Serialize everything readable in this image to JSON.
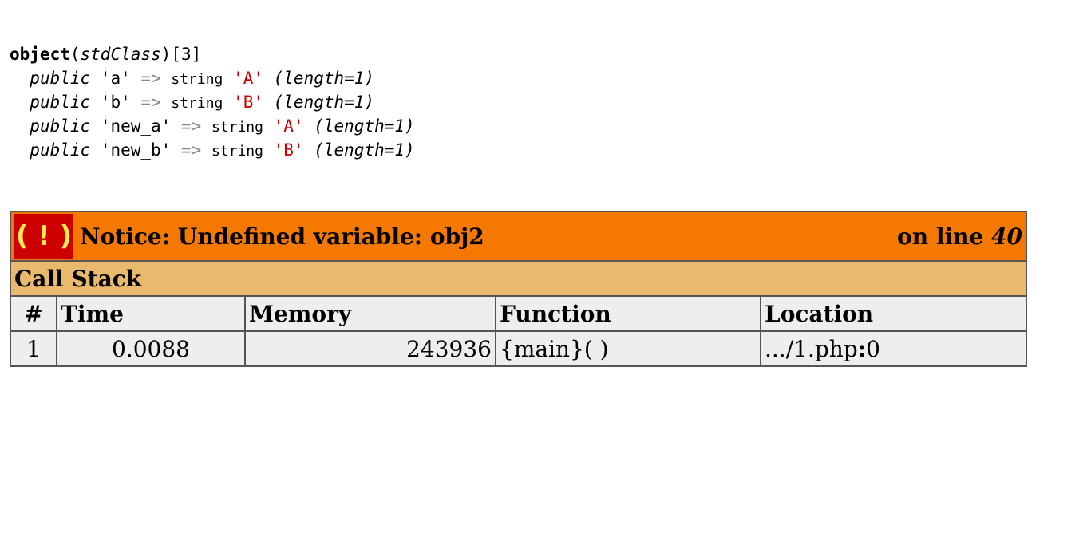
{
  "var_dump": {
    "header": {
      "keyword": "object",
      "open_paren": "(",
      "class_name": "stdClass",
      "close_paren": ")",
      "count": "[3]"
    },
    "properties": [
      {
        "visibility": "public",
        "name": "'a'",
        "arrow": "=>",
        "type": "string",
        "value": "'A'",
        "length": "(length=1)"
      },
      {
        "visibility": "public",
        "name": "'b'",
        "arrow": "=>",
        "type": "string",
        "value": "'B'",
        "length": "(length=1)"
      },
      {
        "visibility": "public",
        "name": "'new_a'",
        "arrow": "=>",
        "type": "string",
        "value": "'A'",
        "length": "(length=1)"
      },
      {
        "visibility": "public",
        "name": "'new_b'",
        "arrow": "=>",
        "type": "string",
        "value": "'B'",
        "length": "(length=1)"
      }
    ]
  },
  "notice": {
    "icon_text": "( ! )",
    "message": "Notice: Undefined variable: obj2",
    "on_line_label": "on line",
    "line_number": "40",
    "call_stack_title": "Call Stack",
    "columns": [
      "#",
      "Time",
      "Memory",
      "Function",
      "Location"
    ],
    "rows": [
      {
        "num": "1",
        "time": "0.0088",
        "memory": "243936",
        "function": "{main}( )",
        "location_file": ".../1.php",
        "location_sep": ":",
        "location_line": "0"
      }
    ]
  },
  "colors": {
    "notice_bg": "#f57900",
    "icon_bg": "#cc0000",
    "icon_fg": "#fce94f",
    "callstack_bg": "#e9b96e",
    "cell_bg": "#eeeeec",
    "string_value": "#cc0000",
    "arrow": "#888a85"
  }
}
